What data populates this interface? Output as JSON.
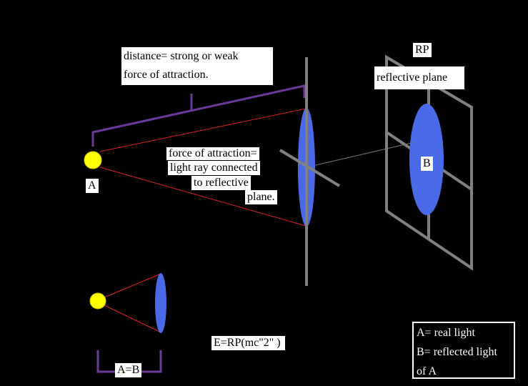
{
  "labels": {
    "distance_line1": "distance= strong or weak",
    "distance_line2": "force of attraction.",
    "rp": "RP",
    "reflective_plane": "reflective plane",
    "force_line1": "force of attraction=",
    "force_line2": "light ray connected",
    "force_line3": "to reflective",
    "force_line4": "plane.",
    "a": "A",
    "b": "B",
    "a_equals_b": "A=B",
    "equation": "E=RP(mc\"2\" )"
  },
  "legend": {
    "line1": "A= real light",
    "line2": "B= reflected light",
    "line3": "of A"
  },
  "colors": {
    "sun": "#ffff00",
    "lens": "#4a6ae8",
    "ray": "#e02020",
    "bracket": "#6a3a9a",
    "plane": "#808080"
  }
}
